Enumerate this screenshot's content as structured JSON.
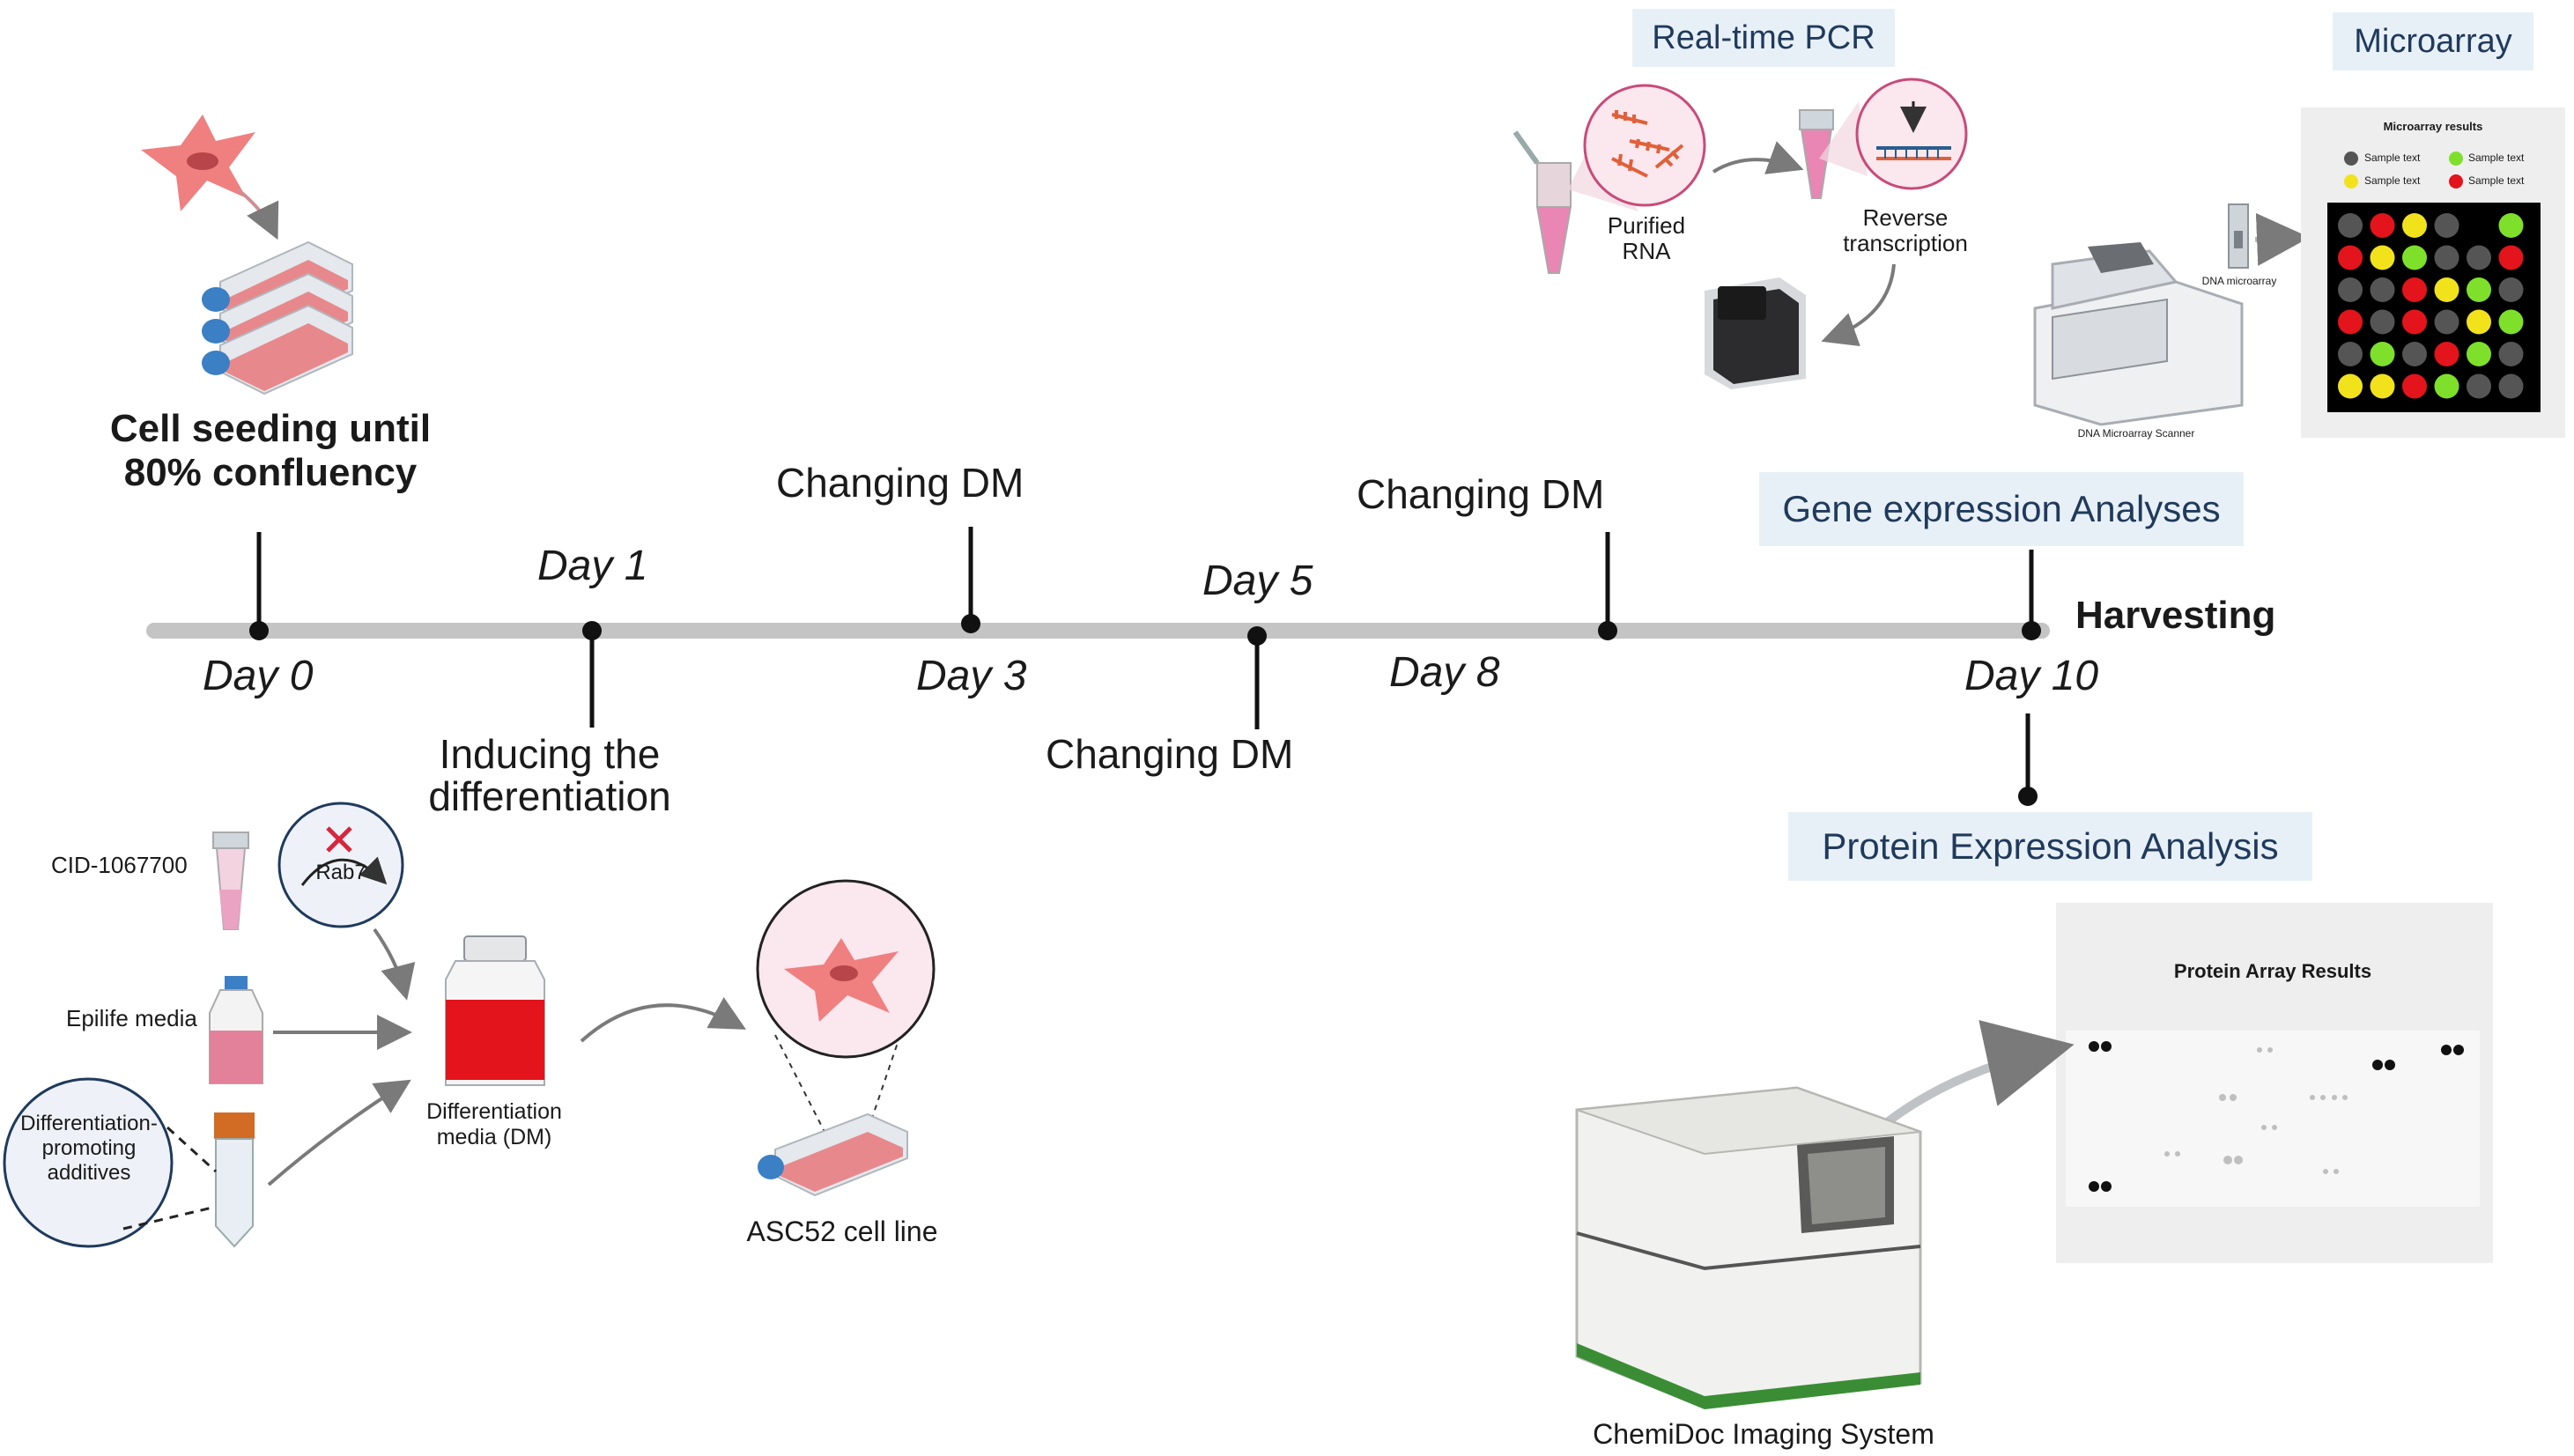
{
  "timeline": {
    "days": [
      {
        "label": "Day 0"
      },
      {
        "label": "Day 1"
      },
      {
        "label": "Day 3"
      },
      {
        "label": "Day 5"
      },
      {
        "label": "Day 8"
      },
      {
        "label": "Day 10"
      }
    ],
    "events": {
      "seeding_line1": "Cell seeding until",
      "seeding_line2": "80% confluency",
      "inducing_line1": "Inducing the",
      "inducing_line2": "differentiation",
      "changing_dm": "Changing DM",
      "harvesting": "Harvesting"
    }
  },
  "analyses": {
    "realtime_pcr": "Real-time PCR",
    "microarray": "Microarray",
    "gene_expression": "Gene expression Analyses",
    "protein_expression": "Protein Expression Analysis"
  },
  "pcr": {
    "purified_rna_line1": "Purified",
    "purified_rna_line2": "RNA",
    "reverse_line1": "Reverse",
    "reverse_line2": "transcription"
  },
  "microarray_panel": {
    "title": "Microarray results",
    "legend": [
      {
        "label": "Sample text",
        "color": "#555555"
      },
      {
        "label": "Sample text",
        "color": "#7ee02a"
      },
      {
        "label": "Sample text",
        "color": "#f2e21c"
      },
      {
        "label": "Sample text",
        "color": "#e3141b"
      }
    ],
    "dna_microarray": "DNA microarray",
    "scanner": "DNA Microarray Scanner",
    "grid": [
      [
        "G",
        "R",
        "Y",
        "G",
        "-",
        "Gr"
      ],
      [
        "R",
        "Y",
        "Gr",
        "G",
        "G",
        "R"
      ],
      [
        "G",
        "G",
        "R",
        "Y",
        "Gr",
        "G"
      ],
      [
        "R",
        "G",
        "R",
        "G",
        "Y",
        "Gr"
      ],
      [
        "G",
        "Gr",
        "G",
        "R",
        "Gr",
        "G"
      ],
      [
        "Y",
        "Y",
        "R",
        "Gr",
        "G",
        "G"
      ]
    ],
    "colors": {
      "G": "#555555",
      "R": "#e3141b",
      "Y": "#f2e21c",
      "Gr": "#7ee02a",
      "-": "#000000"
    }
  },
  "protein_panel": {
    "title": "Protein Array Results",
    "imaging_system": "ChemiDoc Imaging System"
  },
  "materials": {
    "cid": "CID-1067700",
    "rab7": "Rab7",
    "epilife": "Epilife media",
    "additives_line1": "Differentiation-",
    "additives_line2": "promoting",
    "additives_line3": "additives",
    "dm_line1": "Differentiation",
    "dm_line2": "media (DM)",
    "cell_line": "ASC52 cell line"
  },
  "colors": {
    "timeline": "#c4c4c4",
    "label_box": "#e8f0f7",
    "label_text": "#1f3a5c",
    "cell": "#f07f80",
    "media_red": "#e3141b"
  }
}
